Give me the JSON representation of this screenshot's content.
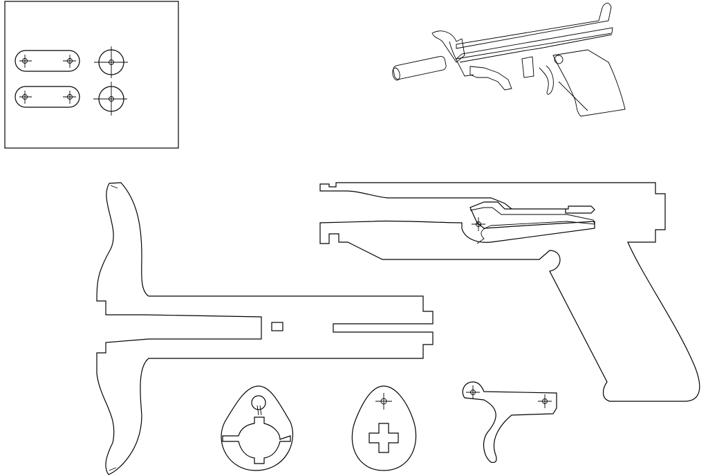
{
  "drawing": {
    "line_color": "#000000",
    "background_color": "#ffffff",
    "parts": [
      "link-plate",
      "link-plate",
      "washer",
      "washer",
      "bow-holder",
      "receiver-frame",
      "cam-left",
      "cam-right",
      "trigger"
    ]
  }
}
